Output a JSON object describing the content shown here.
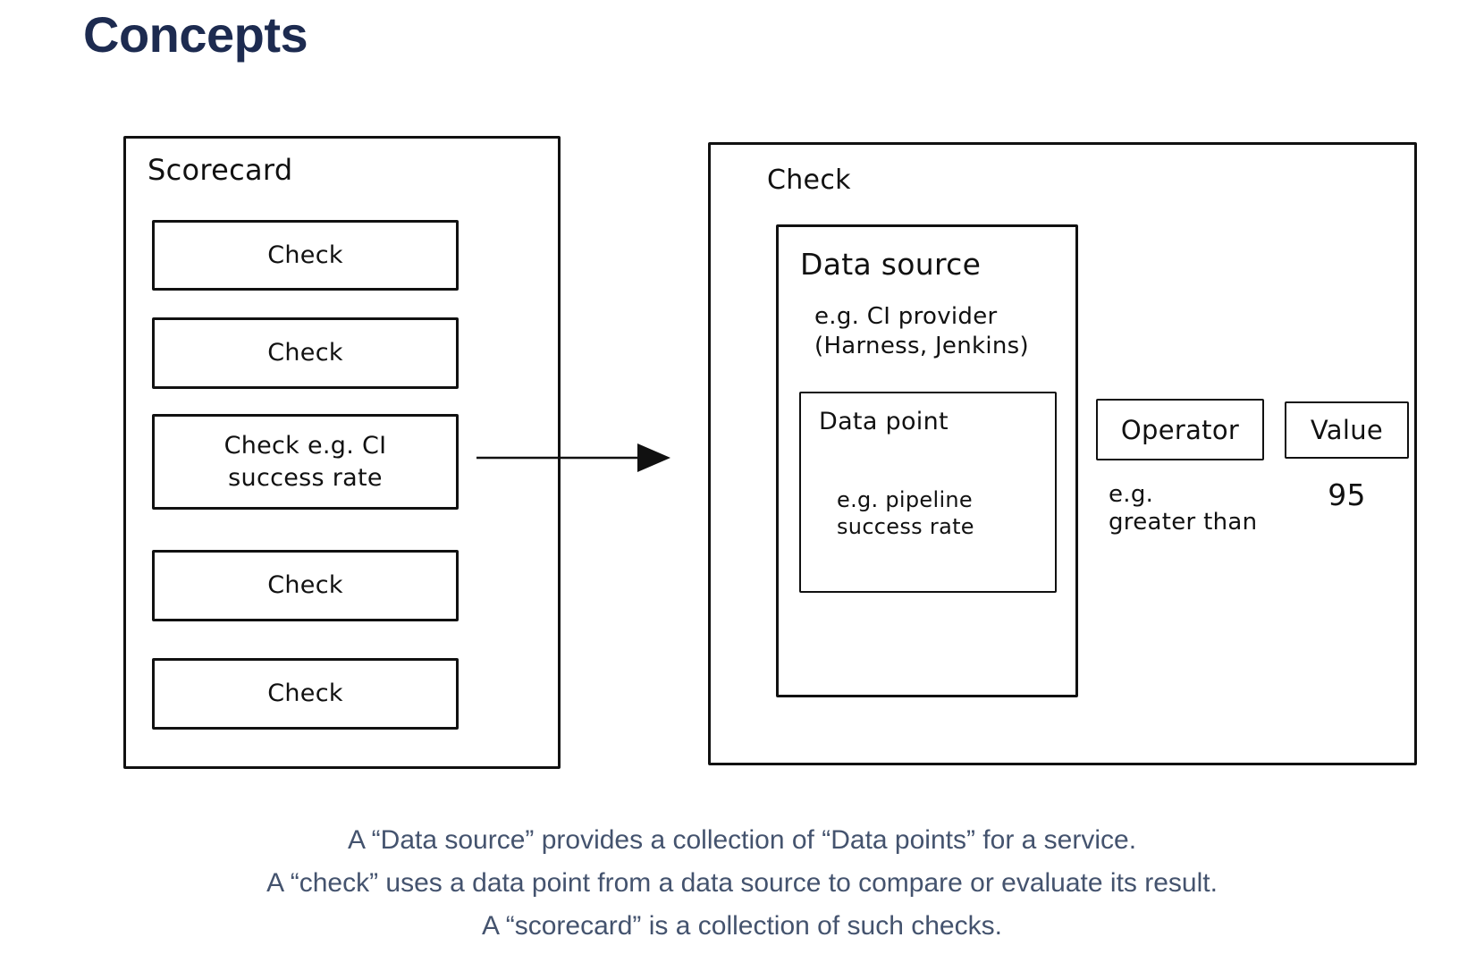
{
  "title": "Concepts",
  "scorecard": {
    "label": "Scorecard",
    "checks": [
      {
        "label": "Check"
      },
      {
        "label": "Check"
      },
      {
        "label": "Check e.g. CI success rate"
      },
      {
        "label": "Check"
      },
      {
        "label": "Check"
      }
    ]
  },
  "check_detail": {
    "label": "Check",
    "data_source": {
      "label": "Data source",
      "example": "e.g. CI provider\n(Harness, Jenkins)",
      "data_point": {
        "label": "Data point",
        "example": "e.g. pipeline\nsuccess rate"
      }
    },
    "operator": {
      "label": "Operator",
      "example": "e.g.\ngreater than"
    },
    "value": {
      "label": "Value",
      "example": "95"
    }
  },
  "captions": [
    "A “Data source” provides a collection of “Data points” for a service.",
    "A “check” uses a data point from a data source to compare or evaluate its result.",
    "A “scorecard” is a collection of such checks."
  ],
  "colors": {
    "heading": "#1d2b50",
    "caption": "#44536e",
    "line": "#111111"
  }
}
